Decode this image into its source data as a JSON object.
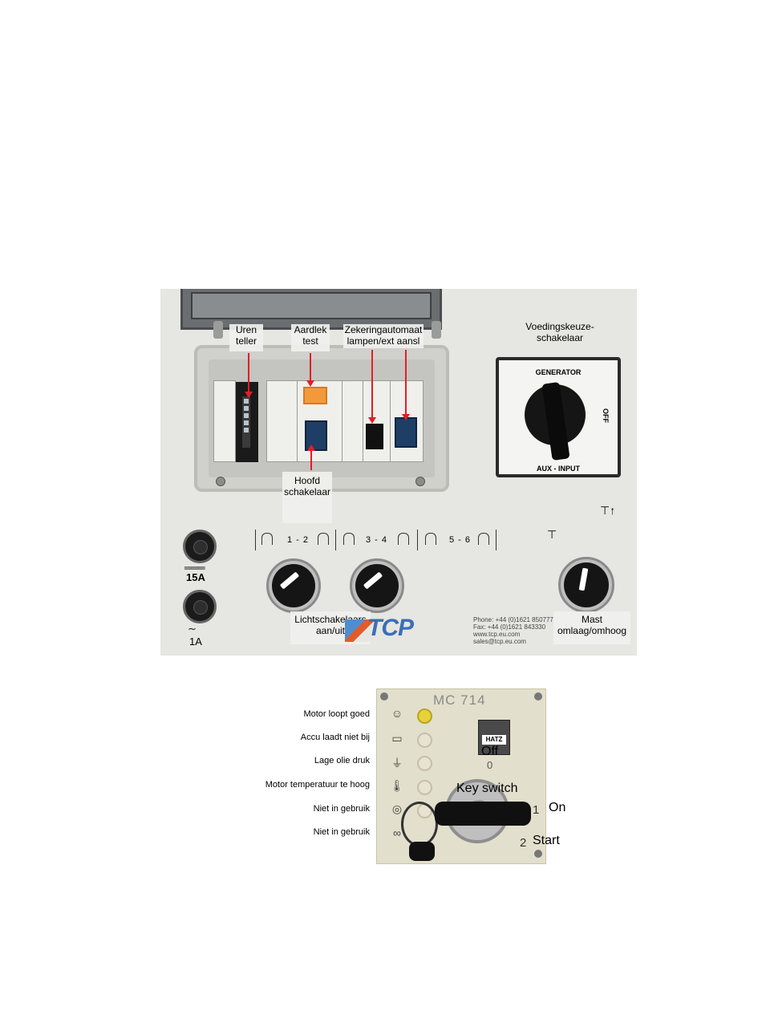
{
  "panel_photo": {
    "labels": {
      "uren_teller": "Uren\nteller",
      "aardlek_test": "Aardlek\ntest",
      "zekeringautomaat": "Zekeringautomaat\nlampen/ext aansl",
      "voedingskeuze": "Voedingskeuze-\nschakelaar",
      "hoofd_schakelaar": "Hoofd\nschakelaar",
      "lichtschakelaars": "Lichtschakelaars\naan/uit",
      "mast": "Mast\nomlaag/omhoog"
    },
    "selector": {
      "top": "GENERATOR",
      "right": "OFF",
      "bottom": "AUX - INPUT"
    },
    "fuse_labels": {
      "dc": "15A",
      "ac": "1A"
    },
    "light_groups": [
      "1 - 2",
      "3 - 4",
      "5 - 6"
    ],
    "logo": "TCP",
    "contact": {
      "phone": "Phone: +44 (0)1621 850777",
      "fax": "Fax: +44 (0)1621 843330",
      "web": "www.tcp.eu.com",
      "email": "sales@tcp.eu.com"
    }
  },
  "control_photo": {
    "model": "MC 714",
    "badge": "HATZ",
    "positions": {
      "off": "Off",
      "zero": "0",
      "key_switch": "Key switch",
      "one": "1",
      "on": "On",
      "two": "2",
      "start": "Start"
    },
    "indicators": [
      {
        "label": "Motor loopt goed",
        "icon": "smiley-icon",
        "lit": true
      },
      {
        "label": "Accu laadt niet bij",
        "icon": "battery-icon",
        "lit": false
      },
      {
        "label": "Lage olie druk",
        "icon": "oil-can-icon",
        "lit": false
      },
      {
        "label": "Motor temperatuur te hoog",
        "icon": "thermometer-icon",
        "lit": false
      },
      {
        "label": "Niet in gebruik",
        "icon": "unused-icon",
        "lit": false
      },
      {
        "label": "Niet in gebruik",
        "icon": "unused-icon",
        "lit": false
      }
    ]
  }
}
